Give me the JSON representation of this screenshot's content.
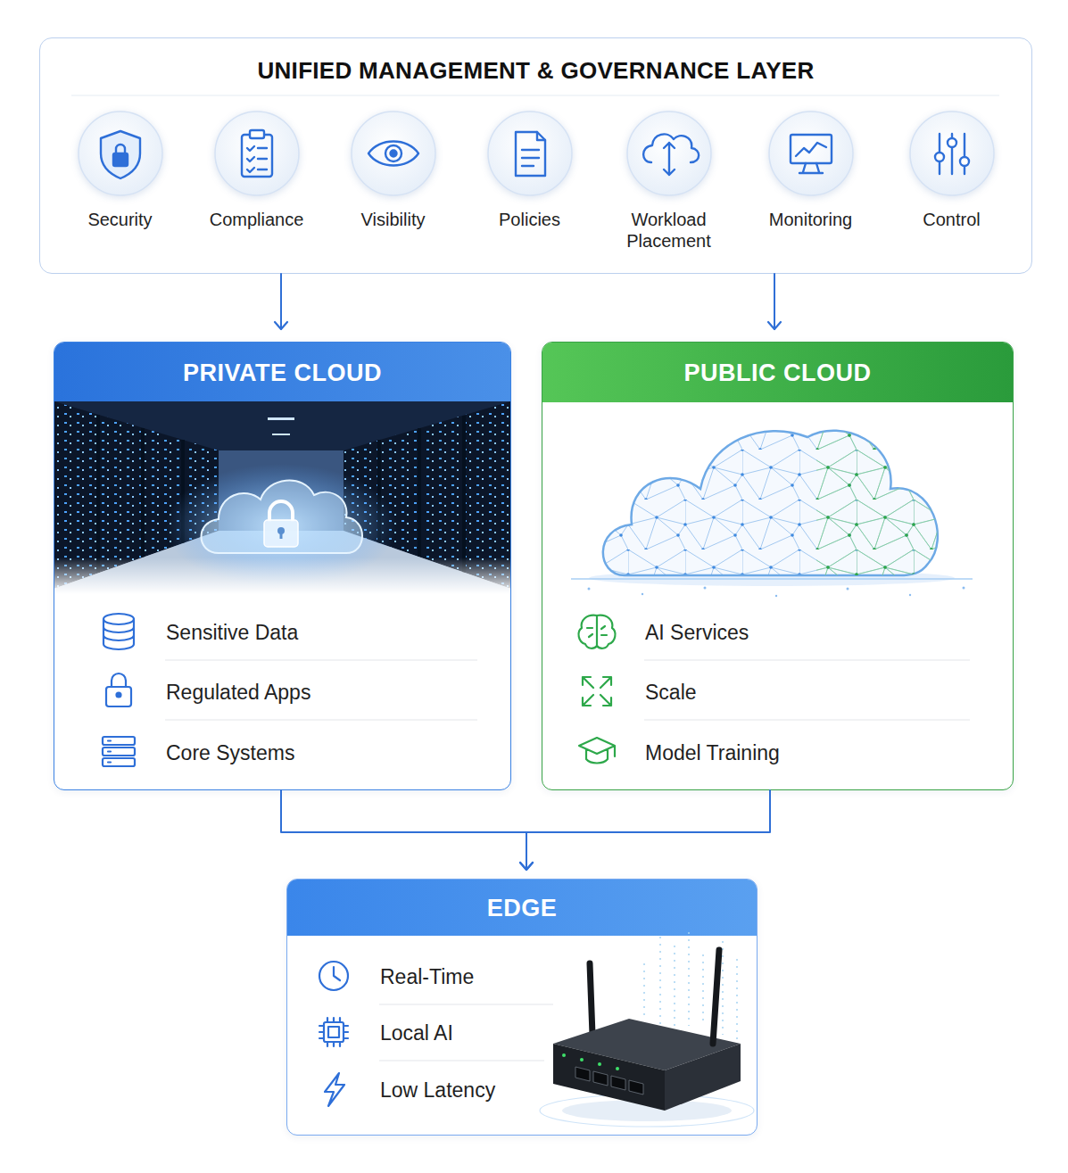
{
  "diagram": {
    "nodes": [
      {
        "text": [
          "UNIFIED MANAGEMENT & GOVERNANCE LAYER"
        ]
      },
      {
        "text": [
          "Security"
        ],
        "in": 0
      },
      {
        "text": [
          "Compliance"
        ],
        "in": 0
      },
      {
        "text": [
          "Visibility"
        ],
        "in": 0
      },
      {
        "text": [
          "Policies"
        ],
        "in": 0
      },
      {
        "text": [
          "Workload Placement"
        ],
        "in": 0
      },
      {
        "text": [
          "Monitoring"
        ],
        "in": 0
      },
      {
        "text": [
          "Control"
        ],
        "in": 0
      },
      {
        "text": [
          "PRIVATE CLOUD",
          "Sensitive Data",
          "Regulated Apps",
          "Core Systems"
        ]
      },
      {
        "text": [
          "PUBLIC CLOUD",
          "AI Services",
          "Scale",
          "Model Training"
        ]
      },
      {
        "text": [
          "EDGE",
          "Real-Time",
          "Local AI",
          "Low Latency"
        ]
      }
    ],
    "edges": [
      {
        "from": 0,
        "to": 8,
        "arrow": "to"
      },
      {
        "from": 0,
        "to": 9,
        "arrow": "to"
      },
      {
        "from": 8,
        "to": 10,
        "arrow": "to"
      },
      {
        "from": 9,
        "to": 10,
        "arrow": "to"
      }
    ]
  }
}
